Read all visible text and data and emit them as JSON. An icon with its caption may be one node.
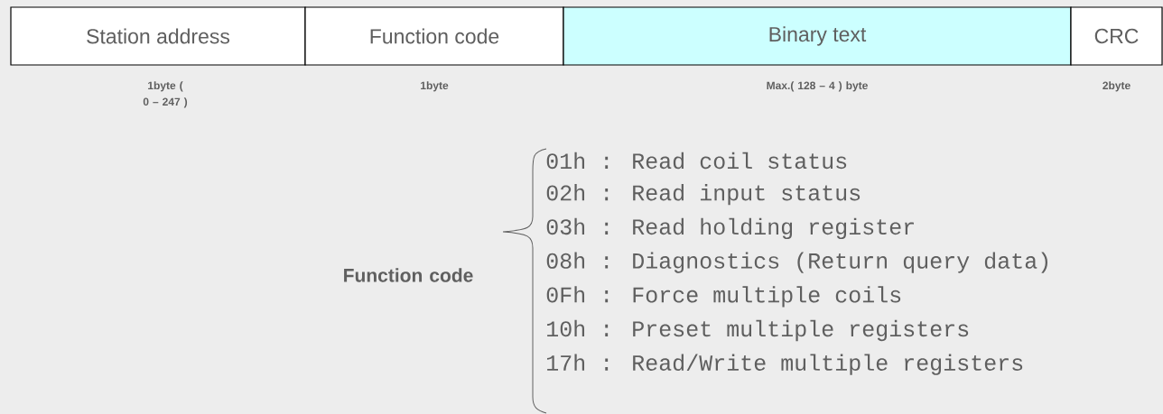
{
  "diagram": {
    "nodes": [
      {
        "text": [
          "Station address"
        ],
        "beside": [
          "1byte ( 0 – 247 )"
        ]
      },
      {
        "text": [
          "Function code"
        ],
        "beside": [
          "1byte"
        ]
      },
      {
        "text": [
          "Binary text"
        ],
        "beside": [
          "Max.( 128 – 4 ) byte"
        ]
      },
      {
        "text": [
          "CRC"
        ],
        "beside": [
          "2byte"
        ]
      }
    ],
    "labels": [
      "Function code",
      "01h : Read coil status",
      "02h : Read input status",
      "03h : Read holding register",
      "08h : Diagnostics (Return query data)",
      "0Fh : Force multiple coils",
      "10h : Preset multiple registers",
      "17h : Read/Write multiple registers"
    ]
  }
}
